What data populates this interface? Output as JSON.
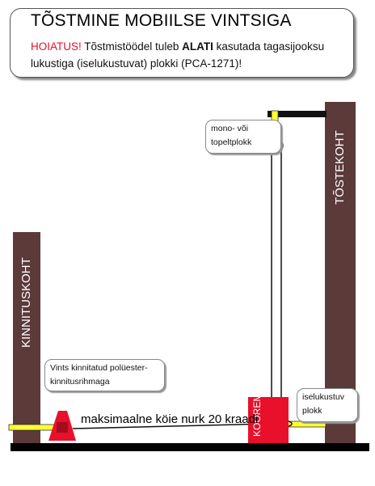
{
  "header": {
    "title": "TÕSTMINE MOBIILSE VINTSIGA",
    "warning_prefix": "HOIATUS!",
    "warning_text_1": " Tõstmistöödel tuleb ",
    "warning_emphasis": "ALATI",
    "warning_text_2": " kasutada tagasijooksu lukustiga (iselukustuvat) plokki (PCA-1271)!"
  },
  "labels": {
    "anchor_point": "KINNITUSKOHT",
    "lifting_point": "TÕSTEKOHT",
    "pulley_callout": "mono- või topeltplokk",
    "strap_callout": "Vints kinnitatud polüester-kinnitusrihmaga",
    "angle_note": "maksimaalne köie nurk 20 kraadi",
    "lock_callout": "iselukustuv plokk",
    "load": "KOOREM"
  },
  "colors": {
    "warning": "#e8102a",
    "posts": "#5b3a39",
    "strap": "#ffff33",
    "load": "#e8102a",
    "winch": "#e8102a",
    "ground": "#000000"
  }
}
